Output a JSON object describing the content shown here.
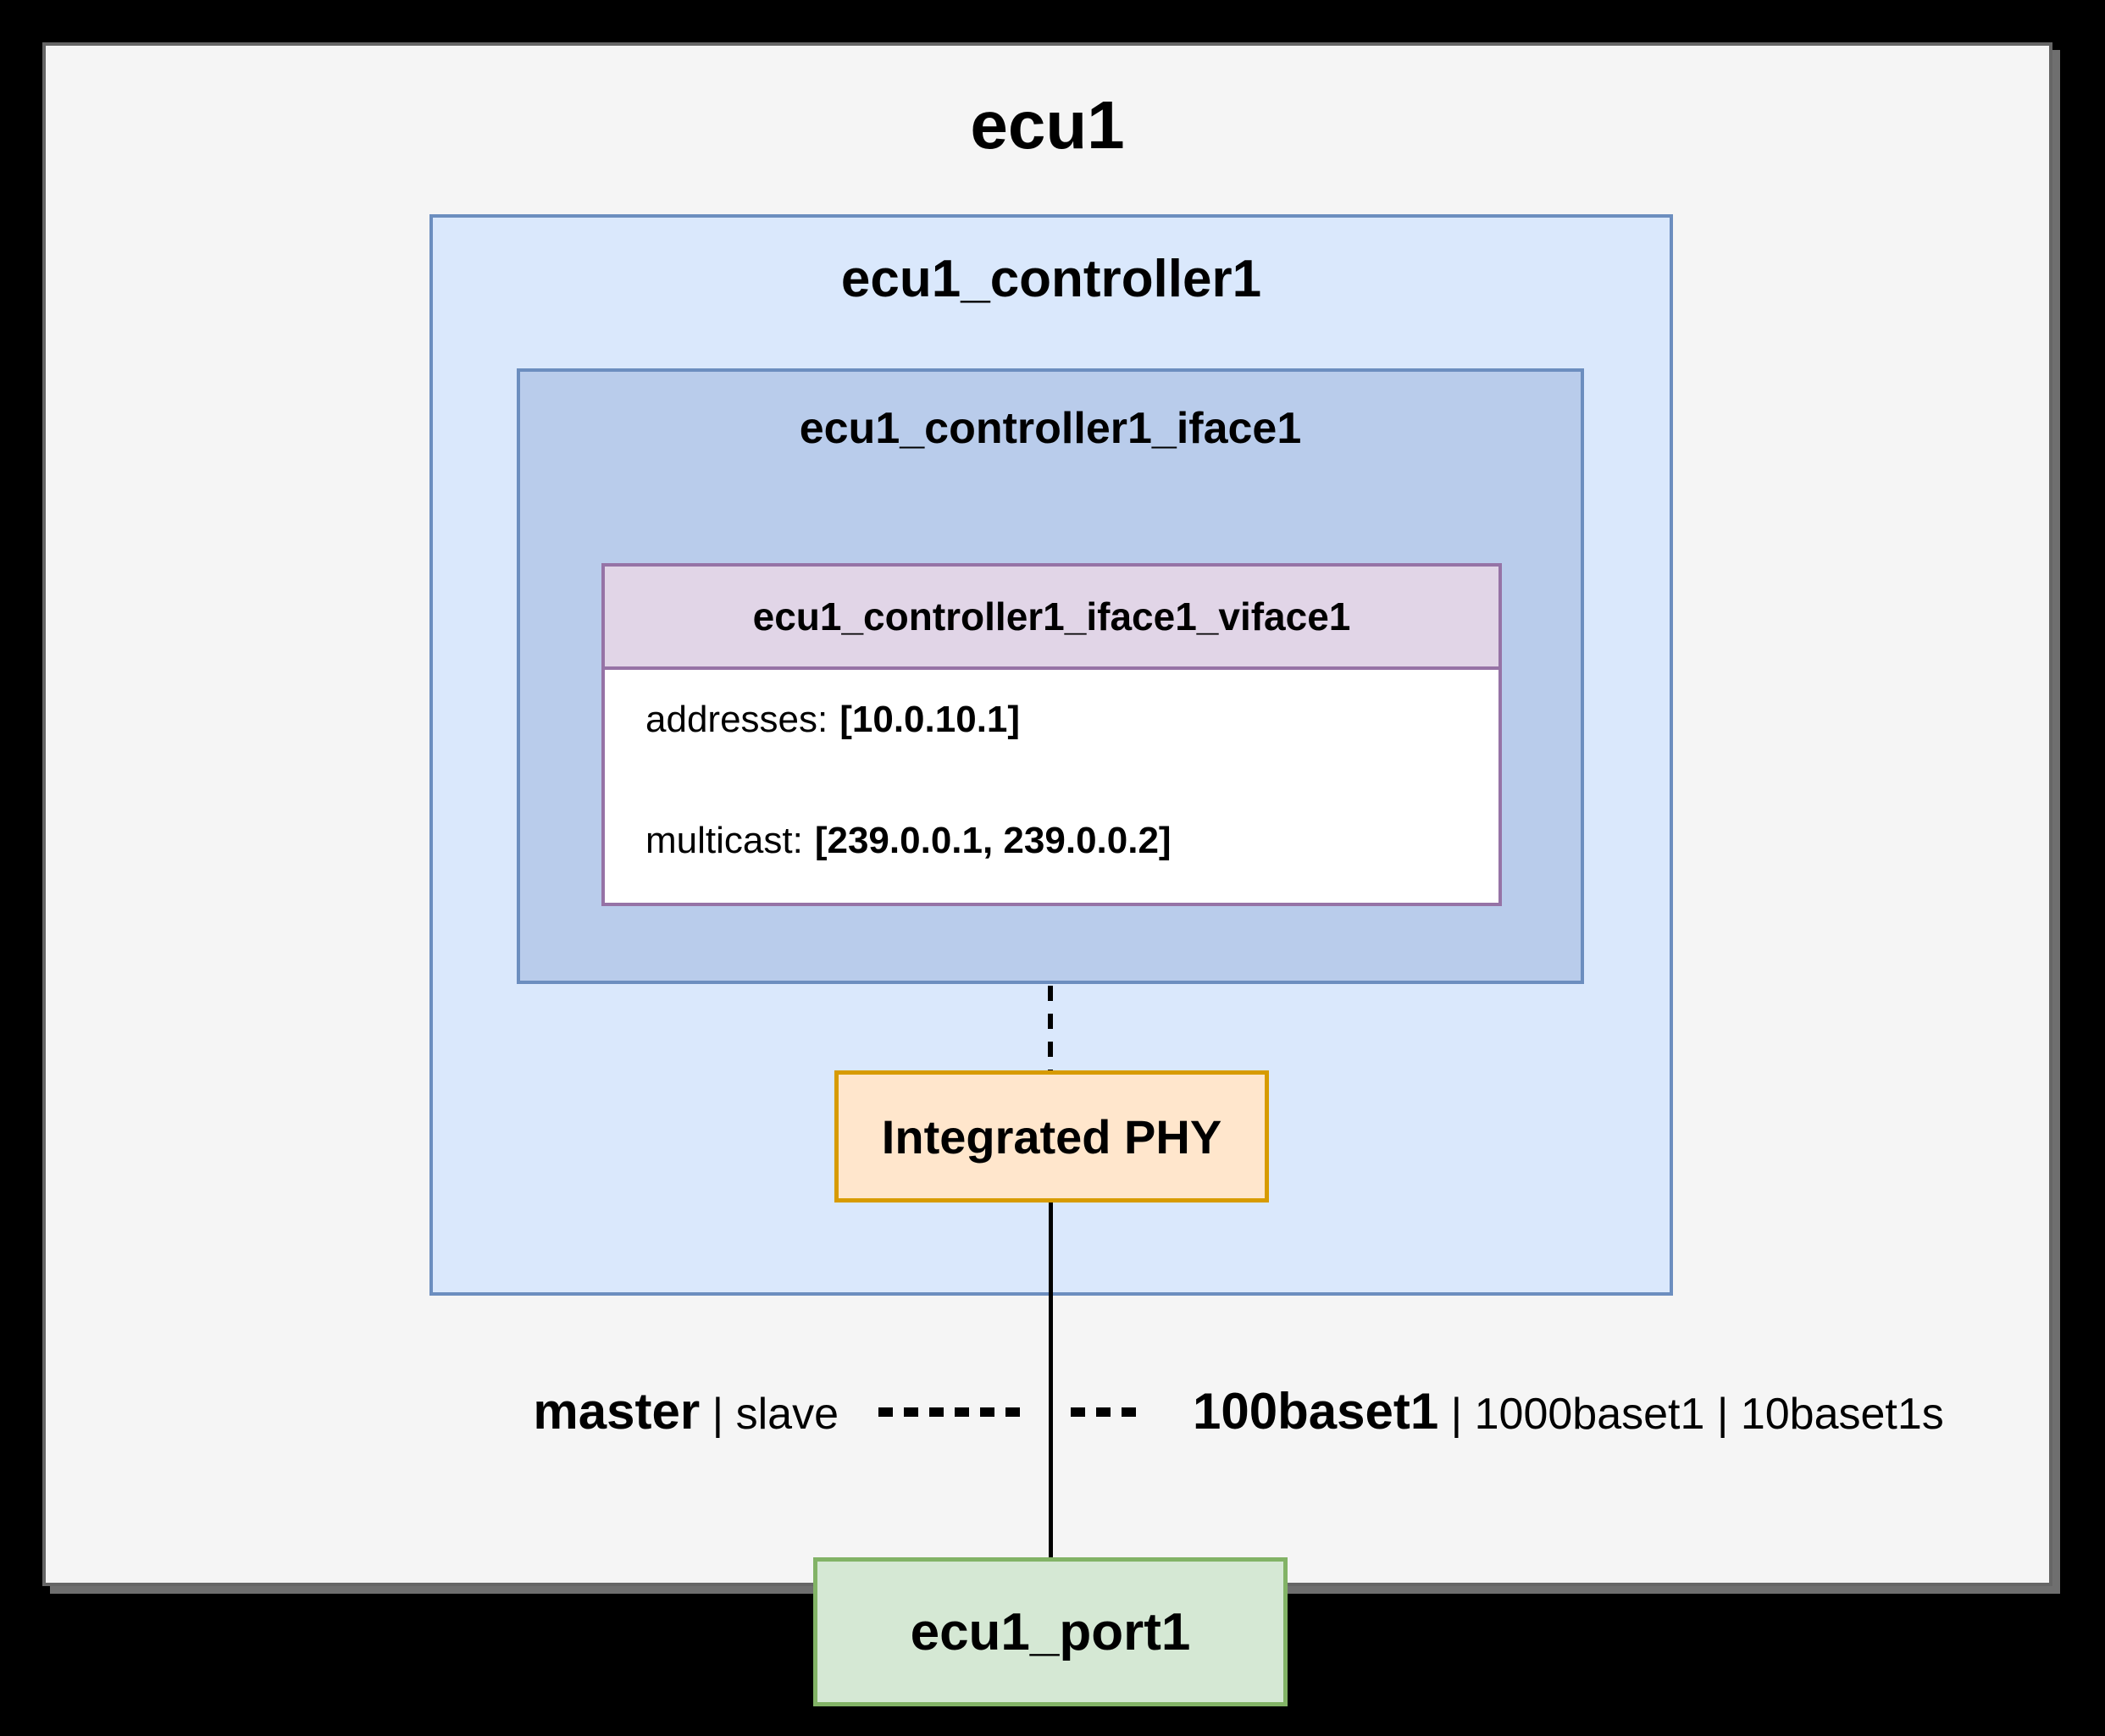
{
  "diagram": {
    "ecu": {
      "title": "ecu1"
    },
    "controller": {
      "title": "ecu1_controller1"
    },
    "iface": {
      "title": "ecu1_controller1_iface1"
    },
    "viface": {
      "title": "ecu1_controller1_iface1_viface1",
      "addresses_label": "addresses:",
      "addresses_value": "[10.0.10.1]",
      "multicast_label": "multicast:",
      "multicast_value": "[239.0.0.1, 239.0.0.2]"
    },
    "phy": {
      "label": "Integrated PHY"
    },
    "port": {
      "label": "ecu1_port1"
    },
    "link": {
      "role_selected": "master",
      "role_alternatives": " | slave",
      "speed_selected": "100baset1",
      "speed_alternatives": " | 1000baset1 | 10baset1s"
    },
    "colors": {
      "canvas_background": "#000000",
      "ecu_fill": "#F5F5F5",
      "ecu_stroke": "#666666",
      "controller_fill": "#DAE8FC",
      "controller_stroke": "#6C8EBF",
      "iface_fill": "#B9CCEB",
      "iface_stroke": "#6C8EBF",
      "viface_header_fill": "#E1D5E7",
      "viface_body_fill": "#FFFFFF",
      "viface_stroke": "#9673A6",
      "phy_fill": "#FFE6CC",
      "phy_stroke": "#D79B00",
      "port_fill": "#D5E8D4",
      "port_stroke": "#82B366",
      "connector": "#000000"
    }
  }
}
